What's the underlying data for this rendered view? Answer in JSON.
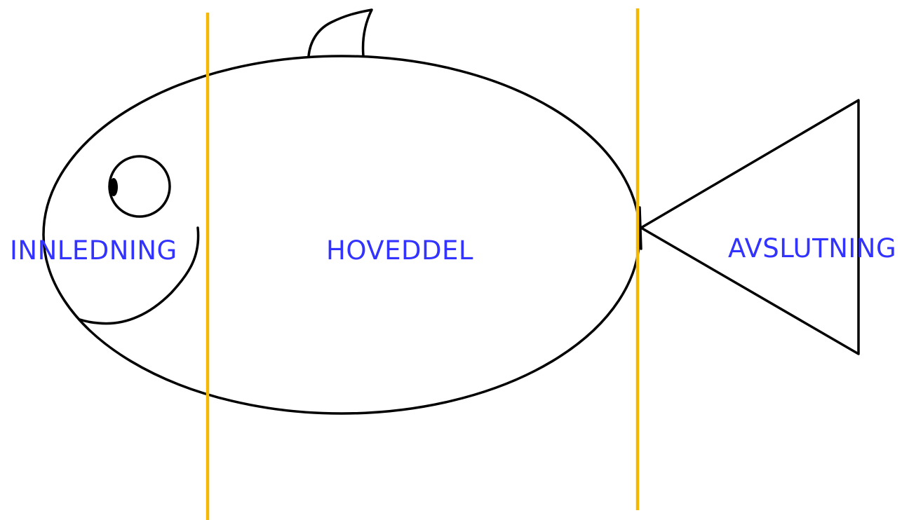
{
  "colors": {
    "outline": "#000000",
    "divider": "#f5b800",
    "label": "#3333ff",
    "background": "#ffffff"
  },
  "icon": "fish-drawing",
  "sections": {
    "intro": {
      "label": "INNLEDNING"
    },
    "body": {
      "label": "HOVEDDEL"
    },
    "conclusion": {
      "label": "AVSLUTNING"
    }
  }
}
